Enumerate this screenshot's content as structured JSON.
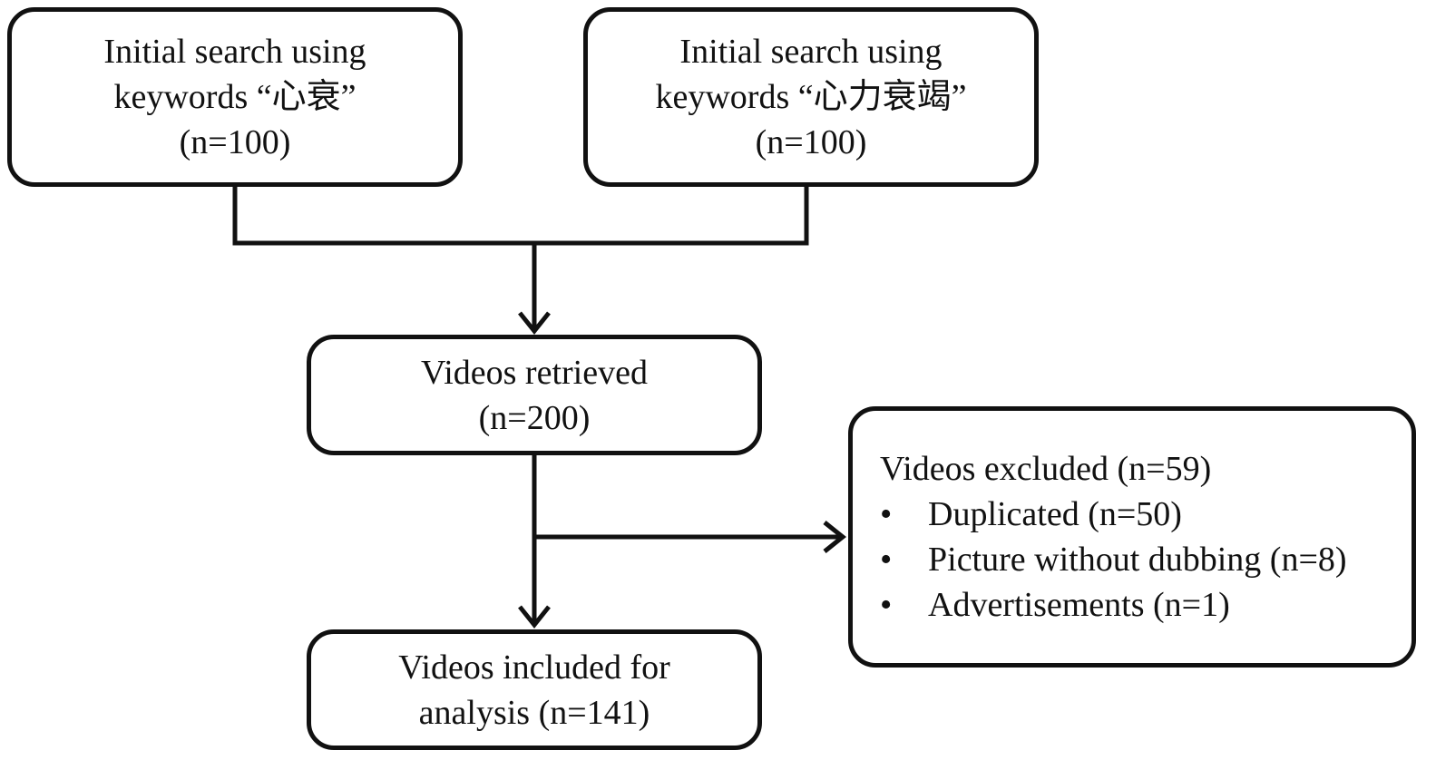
{
  "search_box_1": {
    "line1": "Initial search using",
    "line2": "keywords “心衰”",
    "line3": "(n=100)"
  },
  "search_box_2": {
    "line1": "Initial search using",
    "line2": "keywords “心力衰竭”",
    "line3": "(n=100)"
  },
  "retrieved_box": {
    "line1": "Videos retrieved",
    "line2": "(n=200)"
  },
  "excluded_box": {
    "title": "Videos excluded (n=59)",
    "bullet_symbol": "•",
    "items": [
      "Duplicated (n=50)",
      "Picture without dubbing (n=8)",
      "Advertisements (n=1)"
    ]
  },
  "included_box": {
    "line1": "Videos included for",
    "line2": "analysis (n=141)"
  },
  "colors": {
    "stroke": "#111111",
    "background": "#ffffff"
  }
}
